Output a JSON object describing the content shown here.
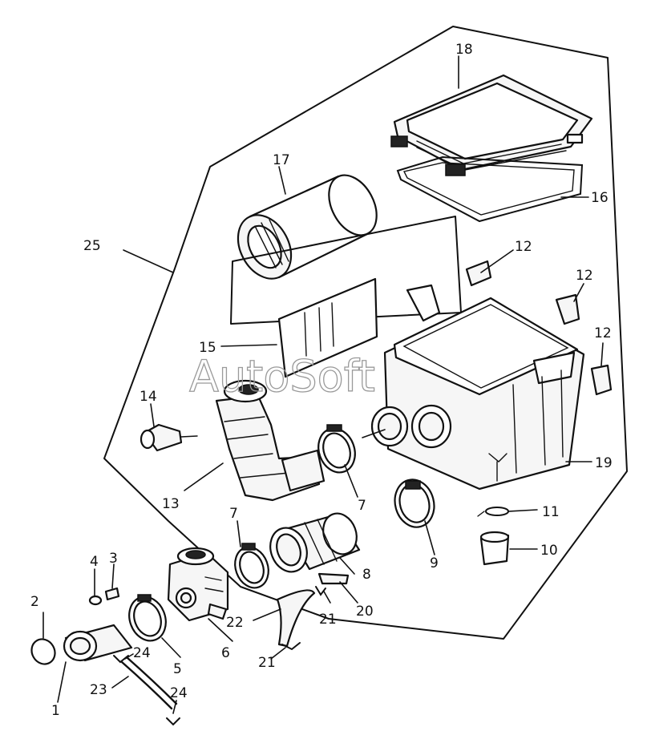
{
  "watermark": "AutoSoft",
  "callouts": {
    "c1": "1",
    "c2": "2",
    "c3": "3",
    "c4": "4",
    "c5": "5",
    "c6": "6",
    "c7a": "7",
    "c7b": "7",
    "c8": "8",
    "c9": "9",
    "c10": "10",
    "c11": "11",
    "c12a": "12",
    "c12b": "12",
    "c12c": "12",
    "c13": "13",
    "c14": "14",
    "c15": "15",
    "c16": "16",
    "c17": "17",
    "c18": "18",
    "c19": "19",
    "c20": "20",
    "c21a": "21",
    "c21b": "21",
    "c22": "22",
    "c23": "23",
    "c24a": "24",
    "c24b": "24",
    "c25": "25"
  }
}
